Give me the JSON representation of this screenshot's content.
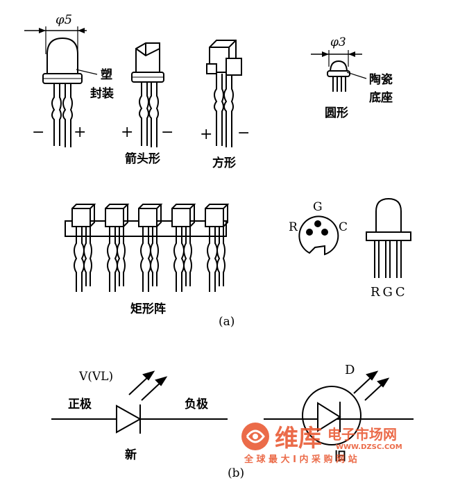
{
  "part_a": {
    "phi5": "φ5",
    "plastic_label_1": "塑",
    "plastic_label_2": "封装",
    "led1_minus": "−",
    "led1_plus": "+",
    "arrow_plus": "+",
    "arrow_minus": "−",
    "arrow_caption": "箭头形",
    "square_plus": "+",
    "square_minus": "−",
    "square_caption": "方形",
    "phi3": "φ3",
    "ceramic_1": "陶瓷",
    "ceramic_2": "底座",
    "round_caption": "圆形",
    "matrix_caption": "矩形阵",
    "pin_g": "G",
    "pin_r": "R",
    "pin_c": "C",
    "rgc": "RGC",
    "panel_label": "(a)"
  },
  "part_b": {
    "vvl": "V(VL)",
    "positive": "正极",
    "negative": "负极",
    "new_caption": "新",
    "d_label": "D",
    "old_caption": "旧",
    "panel_label": "(b)"
  },
  "watermark": {
    "brand": "维库",
    "brand_suffix": "电子市场网",
    "url": "WWW.DZSC.COM",
    "slogan": "全 球 最 大 I 内 采 购 网 站",
    "color": "#e8522a"
  }
}
